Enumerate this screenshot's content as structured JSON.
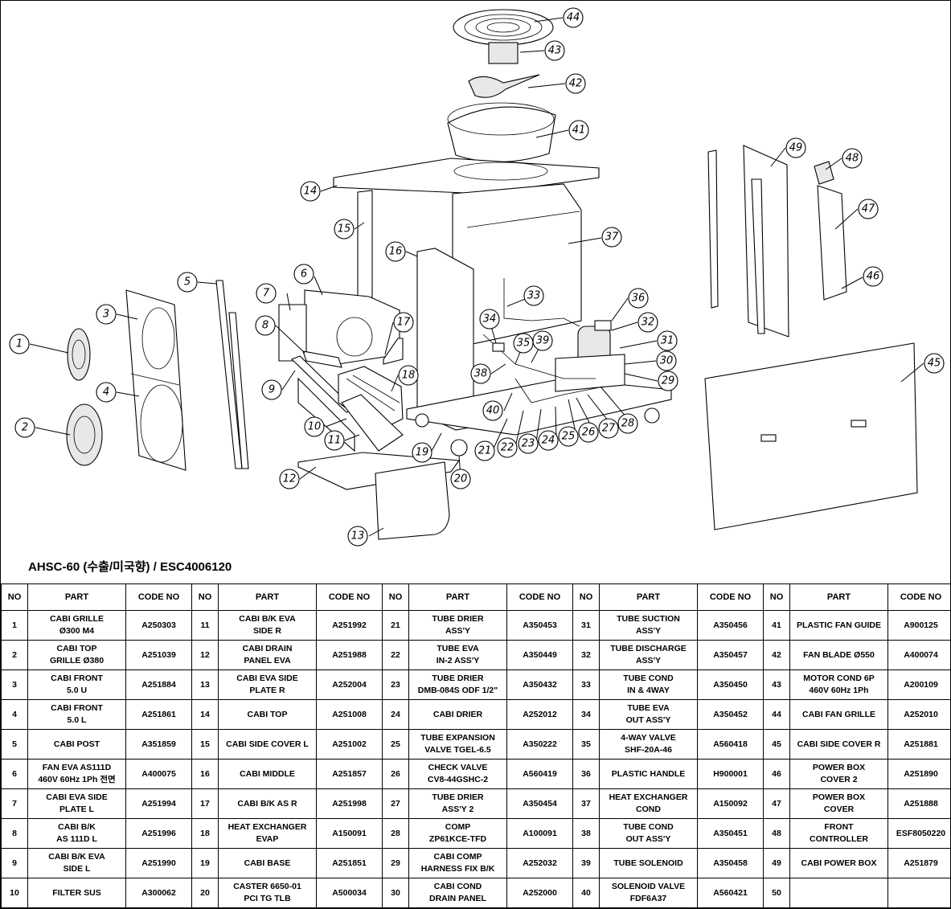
{
  "model_title": "AHSC-60 (수출/미국향) / ESC4006120",
  "table": {
    "headers": [
      "NO",
      "PART",
      "CODE NO",
      "NO",
      "PART",
      "CODE NO",
      "NO",
      "PART",
      "CODE NO",
      "NO",
      "PART",
      "CODE NO",
      "NO",
      "PART",
      "CODE NO"
    ],
    "rows": [
      [
        {
          "no": "1",
          "part": [
            "CABI GRILLE",
            "Ø300 M4"
          ],
          "code": "A250303"
        },
        {
          "no": "11",
          "part": [
            "CABI B/K EVA",
            "SIDE R"
          ],
          "code": "A251992"
        },
        {
          "no": "21",
          "part": [
            "TUBE DRIER",
            "ASS'Y"
          ],
          "code": "A350453"
        },
        {
          "no": "31",
          "part": [
            "TUBE SUCTION",
            "ASS'Y"
          ],
          "code": "A350456"
        },
        {
          "no": "41",
          "part": [
            "PLASTIC FAN GUIDE"
          ],
          "code": "A900125"
        }
      ],
      [
        {
          "no": "2",
          "part": [
            "CABI TOP",
            "GRILLE Ø380"
          ],
          "code": "A251039"
        },
        {
          "no": "12",
          "part": [
            "CABI DRAIN",
            "PANEL EVA"
          ],
          "code": "A251988"
        },
        {
          "no": "22",
          "part": [
            "TUBE EVA",
            "IN-2 ASS'Y"
          ],
          "code": "A350449"
        },
        {
          "no": "32",
          "part": [
            "TUBE DISCHARGE",
            "ASS'Y"
          ],
          "code": "A350457"
        },
        {
          "no": "42",
          "part": [
            "FAN BLADE Ø550"
          ],
          "code": "A400074"
        }
      ],
      [
        {
          "no": "3",
          "part": [
            "CABI FRONT",
            "5.0 U"
          ],
          "code": "A251884"
        },
        {
          "no": "13",
          "part": [
            "CABI EVA SIDE",
            "PLATE R"
          ],
          "code": "A252004"
        },
        {
          "no": "23",
          "part": [
            "TUBE DRIER",
            "DMB-084S ODF 1/2\""
          ],
          "code": "A350432"
        },
        {
          "no": "33",
          "part": [
            "TUBE COND",
            "IN & 4WAY"
          ],
          "code": "A350450"
        },
        {
          "no": "43",
          "part": [
            "MOTOR COND 6P",
            "460V 60Hz 1Ph"
          ],
          "code": "A200109"
        }
      ],
      [
        {
          "no": "4",
          "part": [
            "CABI FRONT",
            "5.0 L"
          ],
          "code": "A251861"
        },
        {
          "no": "14",
          "part": [
            "CABI TOP"
          ],
          "code": "A251008"
        },
        {
          "no": "24",
          "part": [
            "CABI DRIER"
          ],
          "code": "A252012"
        },
        {
          "no": "34",
          "part": [
            "TUBE EVA",
            "OUT ASS'Y"
          ],
          "code": "A350452"
        },
        {
          "no": "44",
          "part": [
            "CABI FAN GRILLE"
          ],
          "code": "A252010"
        }
      ],
      [
        {
          "no": "5",
          "part": [
            "CABI POST"
          ],
          "code": "A351859"
        },
        {
          "no": "15",
          "part": [
            "CABI SIDE COVER L"
          ],
          "code": "A251002"
        },
        {
          "no": "25",
          "part": [
            "TUBE EXPANSION",
            "VALVE TGEL-6.5"
          ],
          "code": "A350222"
        },
        {
          "no": "35",
          "part": [
            "4-WAY VALVE",
            "SHF-20A-46"
          ],
          "code": "A560418"
        },
        {
          "no": "45",
          "part": [
            "CABI SIDE COVER R"
          ],
          "code": "A251881"
        }
      ],
      [
        {
          "no": "6",
          "part": [
            "FAN EVA AS111D",
            "460V 60Hz 1Ph 전면"
          ],
          "code": "A400075"
        },
        {
          "no": "16",
          "part": [
            "CABI MIDDLE"
          ],
          "code": "A251857"
        },
        {
          "no": "26",
          "part": [
            "CHECK VALVE",
            "CV8-44GSHC-2"
          ],
          "code": "A560419"
        },
        {
          "no": "36",
          "part": [
            "PLASTIC HANDLE"
          ],
          "code": "H900001"
        },
        {
          "no": "46",
          "part": [
            "POWER BOX",
            "COVER 2"
          ],
          "code": "A251890"
        }
      ],
      [
        {
          "no": "7",
          "part": [
            "CABI EVA SIDE",
            "PLATE L"
          ],
          "code": "A251994"
        },
        {
          "no": "17",
          "part": [
            "CABI B/K AS R"
          ],
          "code": "A251998"
        },
        {
          "no": "27",
          "part": [
            "TUBE DRIER",
            "ASS'Y 2"
          ],
          "code": "A350454"
        },
        {
          "no": "37",
          "part": [
            "HEAT EXCHANGER",
            "COND"
          ],
          "code": "A150092"
        },
        {
          "no": "47",
          "part": [
            "POWER BOX",
            "COVER"
          ],
          "code": "A251888"
        }
      ],
      [
        {
          "no": "8",
          "part": [
            "CABI B/K",
            "AS 111D L"
          ],
          "code": "A251996"
        },
        {
          "no": "18",
          "part": [
            "HEAT EXCHANGER",
            "EVAP"
          ],
          "code": "A150091"
        },
        {
          "no": "28",
          "part": [
            "COMP",
            "ZP61KCE-TFD"
          ],
          "code": "A100091"
        },
        {
          "no": "38",
          "part": [
            "TUBE COND",
            "OUT ASS'Y"
          ],
          "code": "A350451"
        },
        {
          "no": "48",
          "part": [
            "FRONT",
            "CONTROLLER"
          ],
          "code": "ESF8050220"
        }
      ],
      [
        {
          "no": "9",
          "part": [
            "CABI B/K EVA",
            "SIDE L"
          ],
          "code": "A251990"
        },
        {
          "no": "19",
          "part": [
            "CABI BASE"
          ],
          "code": "A251851"
        },
        {
          "no": "29",
          "part": [
            "CABI COMP",
            "HARNESS FIX B/K"
          ],
          "code": "A252032"
        },
        {
          "no": "39",
          "part": [
            "TUBE SOLENOID"
          ],
          "code": "A350458"
        },
        {
          "no": "49",
          "part": [
            "CABI POWER BOX"
          ],
          "code": "A251879"
        }
      ],
      [
        {
          "no": "10",
          "part": [
            "FILTER SUS"
          ],
          "code": "A300062"
        },
        {
          "no": "20",
          "part": [
            "CASTER 6650-01",
            "PCI TG TLB"
          ],
          "code": "A500034"
        },
        {
          "no": "30",
          "part": [
            "CABI COND",
            "DRAIN PANEL"
          ],
          "code": "A252000"
        },
        {
          "no": "40",
          "part": [
            "SOLENOID VALVE",
            "FDF6A37"
          ],
          "code": "A560421"
        },
        {
          "no": "50",
          "part": [],
          "code": ""
        }
      ]
    ]
  },
  "callouts": [
    "1",
    "2",
    "3",
    "4",
    "5",
    "6",
    "7",
    "8",
    "9",
    "10",
    "11",
    "12",
    "13",
    "14",
    "15",
    "16",
    "17",
    "18",
    "19",
    "20",
    "21",
    "22",
    "23",
    "24",
    "25",
    "26",
    "27",
    "28",
    "29",
    "30",
    "31",
    "32",
    "33",
    "34",
    "35",
    "36",
    "37",
    "38",
    "39",
    "40",
    "41",
    "42",
    "43",
    "44",
    "45",
    "46",
    "47",
    "48",
    "49"
  ]
}
